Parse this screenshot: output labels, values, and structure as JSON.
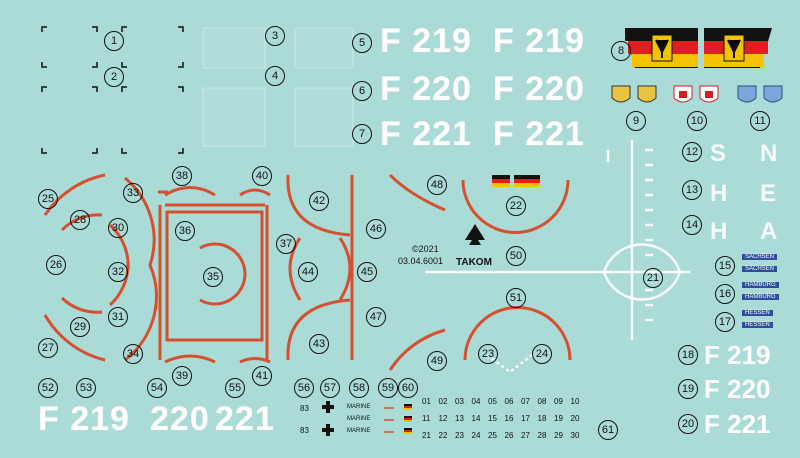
{
  "labels": {
    "n1": "1",
    "n2": "2",
    "n3": "3",
    "n4": "4",
    "n5": "5",
    "n6": "6",
    "n7": "7",
    "n8": "8",
    "n9": "9",
    "n10": "10",
    "n11": "11",
    "n12": "12",
    "n13": "13",
    "n14": "14",
    "n15": "15",
    "n16": "16",
    "n17": "17",
    "n18": "18",
    "n19": "19",
    "n20": "20",
    "n21": "21",
    "n22": "22",
    "n23": "23",
    "n24": "24",
    "n25": "25",
    "n26": "26",
    "n27": "27",
    "n28": "28",
    "n29": "29",
    "n30": "30",
    "n31": "31",
    "n32": "32",
    "n33": "33",
    "n34": "34",
    "n35": "35",
    "n36": "36",
    "n37": "37",
    "n38": "38",
    "n39": "39",
    "n40": "40",
    "n41": "41",
    "n42": "42",
    "n43": "43",
    "n44": "44",
    "n45": "45",
    "n46": "46",
    "n47": "47",
    "n48": "48",
    "n49": "49",
    "n50": "50",
    "n51": "51",
    "n52": "52",
    "n53": "53",
    "n54": "54",
    "n55": "55",
    "n56": "56",
    "n57": "57",
    "n58": "58",
    "n59": "59",
    "n60": "60",
    "n61": "61"
  },
  "hulls": {
    "f219": "F 219",
    "f220": "F 220",
    "f221": "F 221",
    "bottom_f219": "F 219",
    "bottom_220": "220",
    "bottom_221": "221"
  },
  "letters": [
    "S",
    "N",
    "H",
    "E",
    "H",
    "A"
  ],
  "states": [
    "SACHSEN",
    "SACHSEN",
    "HAMBURG",
    "HAMBURG",
    "HESSEN",
    "HESSEN"
  ],
  "brand": {
    "copyright": "©2021",
    "code": "03.04.6001",
    "name": "TAKOM"
  },
  "markings": {
    "marine": "MARINE",
    "num83": "83"
  },
  "digit_rows": [
    [
      "01",
      "02",
      "03",
      "04",
      "05",
      "06",
      "07",
      "08",
      "09",
      "10"
    ],
    [
      "11",
      "12",
      "13",
      "14",
      "15",
      "16",
      "17",
      "18",
      "19",
      "20"
    ],
    [
      "21",
      "22",
      "23",
      "24",
      "25",
      "26",
      "27",
      "28",
      "29",
      "30"
    ]
  ],
  "colors": {
    "sheet": "#aadbd7",
    "red": "#d4502f",
    "white": "#ffffff",
    "flag_black": "#111111",
    "flag_red": "#dd1f1f",
    "flag_gold": "#f3c300"
  }
}
